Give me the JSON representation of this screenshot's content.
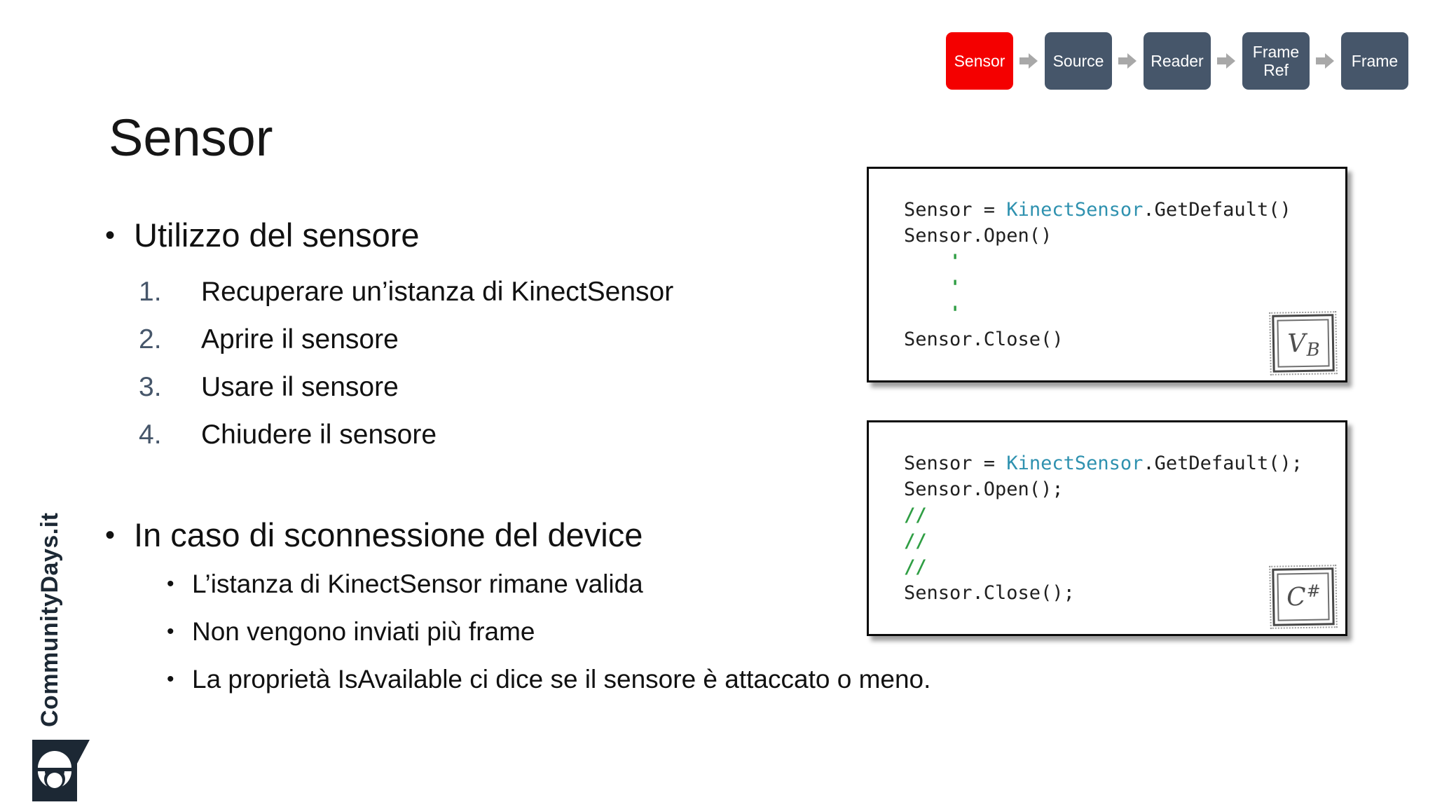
{
  "title": "Sensor",
  "brand": "CommunityDays.it",
  "flow": {
    "boxes": [
      {
        "label": "Sensor",
        "state": "active"
      },
      {
        "label": "Source",
        "state": "default"
      },
      {
        "label": "Reader",
        "state": "default"
      },
      {
        "label": "Frame Ref",
        "state": "default"
      },
      {
        "label": "Frame",
        "state": "default"
      }
    ],
    "arrow_icon": "right-block-arrow"
  },
  "content": {
    "section1": {
      "bullet": "•",
      "heading": "Utilizzo del sensore",
      "numbered": [
        {
          "num": "1.",
          "text": "Recuperare un’istanza di KinectSensor"
        },
        {
          "num": "2.",
          "text": "Aprire il sensore"
        },
        {
          "num": "3.",
          "text": "Usare il sensore"
        },
        {
          "num": "4.",
          "text": "Chiudere il sensore"
        }
      ]
    },
    "section2": {
      "bullet": "•",
      "heading": "In caso di sconnessione del device",
      "items": [
        {
          "bullet": "•",
          "text": "L’istanza di KinectSensor rimane valida"
        },
        {
          "bullet": "•",
          "text": "Non vengono inviati più frame"
        },
        {
          "bullet": "•",
          "text": "La proprietà IsAvailable ci dice se il sensore è attaccato o meno."
        }
      ]
    }
  },
  "code_blocks": [
    {
      "id": "vb",
      "badge": "VB",
      "lines": [
        [
          {
            "t": "Sensor = ",
            "c": "plain"
          },
          {
            "t": "KinectSensor",
            "c": "type"
          },
          {
            "t": ".GetDefault()",
            "c": "plain"
          }
        ],
        [
          {
            "t": "Sensor.Open()",
            "c": "plain"
          }
        ],
        [
          {
            "t": "    '",
            "c": "comment"
          }
        ],
        [
          {
            "t": "    '",
            "c": "comment"
          }
        ],
        [
          {
            "t": "    '",
            "c": "comment"
          }
        ],
        [
          {
            "t": "Sensor.Close()",
            "c": "plain"
          }
        ]
      ]
    },
    {
      "id": "cs",
      "badge": "C#",
      "lines": [
        [
          {
            "t": "Sensor = ",
            "c": "plain"
          },
          {
            "t": "KinectSensor",
            "c": "type"
          },
          {
            "t": ".GetDefault();",
            "c": "plain"
          }
        ],
        [
          {
            "t": "Sensor.Open();",
            "c": "plain"
          }
        ],
        [
          {
            "t": "//",
            "c": "comment"
          }
        ],
        [
          {
            "t": "//",
            "c": "comment"
          }
        ],
        [
          {
            "t": "//",
            "c": "comment"
          }
        ],
        [
          {
            "t": "Sensor.Close();",
            "c": "plain"
          }
        ]
      ]
    }
  ],
  "colors": {
    "accent_red": "#f40000",
    "slate": "#46566a",
    "arrow_gray": "#a8a8a8",
    "code_plain": "#1f1f1f",
    "code_type": "#2e91af",
    "code_comment": "#2f9e44",
    "brand_dark": "#1c2834"
  }
}
